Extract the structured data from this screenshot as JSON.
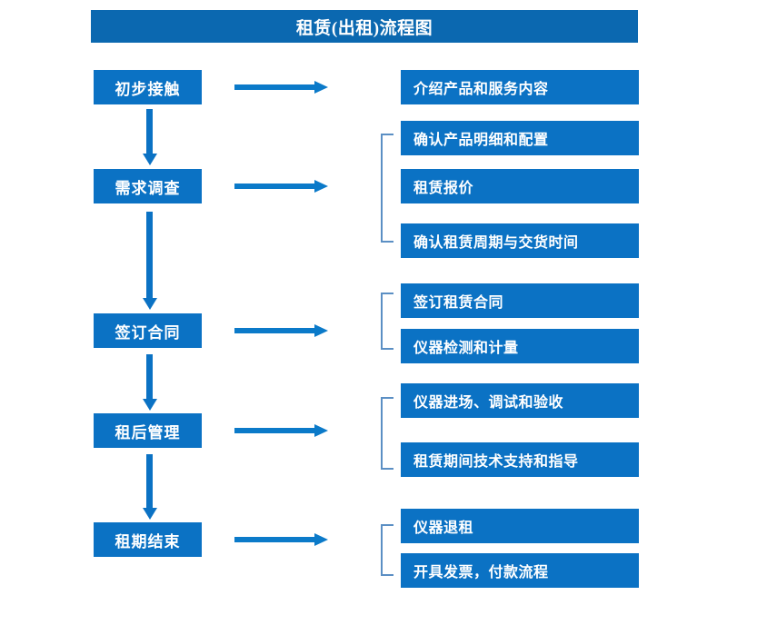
{
  "diagram": {
    "title": "租赁(出租)流程图",
    "colors": {
      "box_fill": "#0b72c4",
      "title_fill": "#0b68b0",
      "arrow": "#0b7ac9",
      "bracket": "#5b8fc4",
      "text": "#ffffff",
      "background": "#ffffff"
    },
    "stages": [
      {
        "label": "初步接触"
      },
      {
        "label": "需求调查"
      },
      {
        "label": "签订合同"
      },
      {
        "label": "租后管理"
      },
      {
        "label": "租期结束"
      }
    ],
    "details": [
      {
        "label": "介绍产品和服务内容"
      },
      {
        "label": "确认产品明细和配置"
      },
      {
        "label": "租赁报价"
      },
      {
        "label": "确认租赁周期与交货时间"
      },
      {
        "label": "签订租赁合同"
      },
      {
        "label": "仪器检测和计量"
      },
      {
        "label": "仪器进场、调试和验收"
      },
      {
        "label": "租赁期间技术支持和指导"
      },
      {
        "label": "仪器退租"
      },
      {
        "label": "开具发票，付款流程"
      }
    ],
    "groups": [
      {
        "stage": "初步接触",
        "details": [
          "介绍产品和服务内容"
        ]
      },
      {
        "stage": "需求调查",
        "details": [
          "确认产品明细和配置",
          "租赁报价",
          "确认租赁周期与交货时间"
        ]
      },
      {
        "stage": "签订合同",
        "details": [
          "签订租赁合同",
          "仪器检测和计量"
        ]
      },
      {
        "stage": "租后管理",
        "details": [
          "仪器进场、调试和验收",
          "租赁期间技术支持和指导"
        ]
      },
      {
        "stage": "租期结束",
        "details": [
          "仪器退租",
          "开具发票，付款流程"
        ]
      }
    ]
  }
}
